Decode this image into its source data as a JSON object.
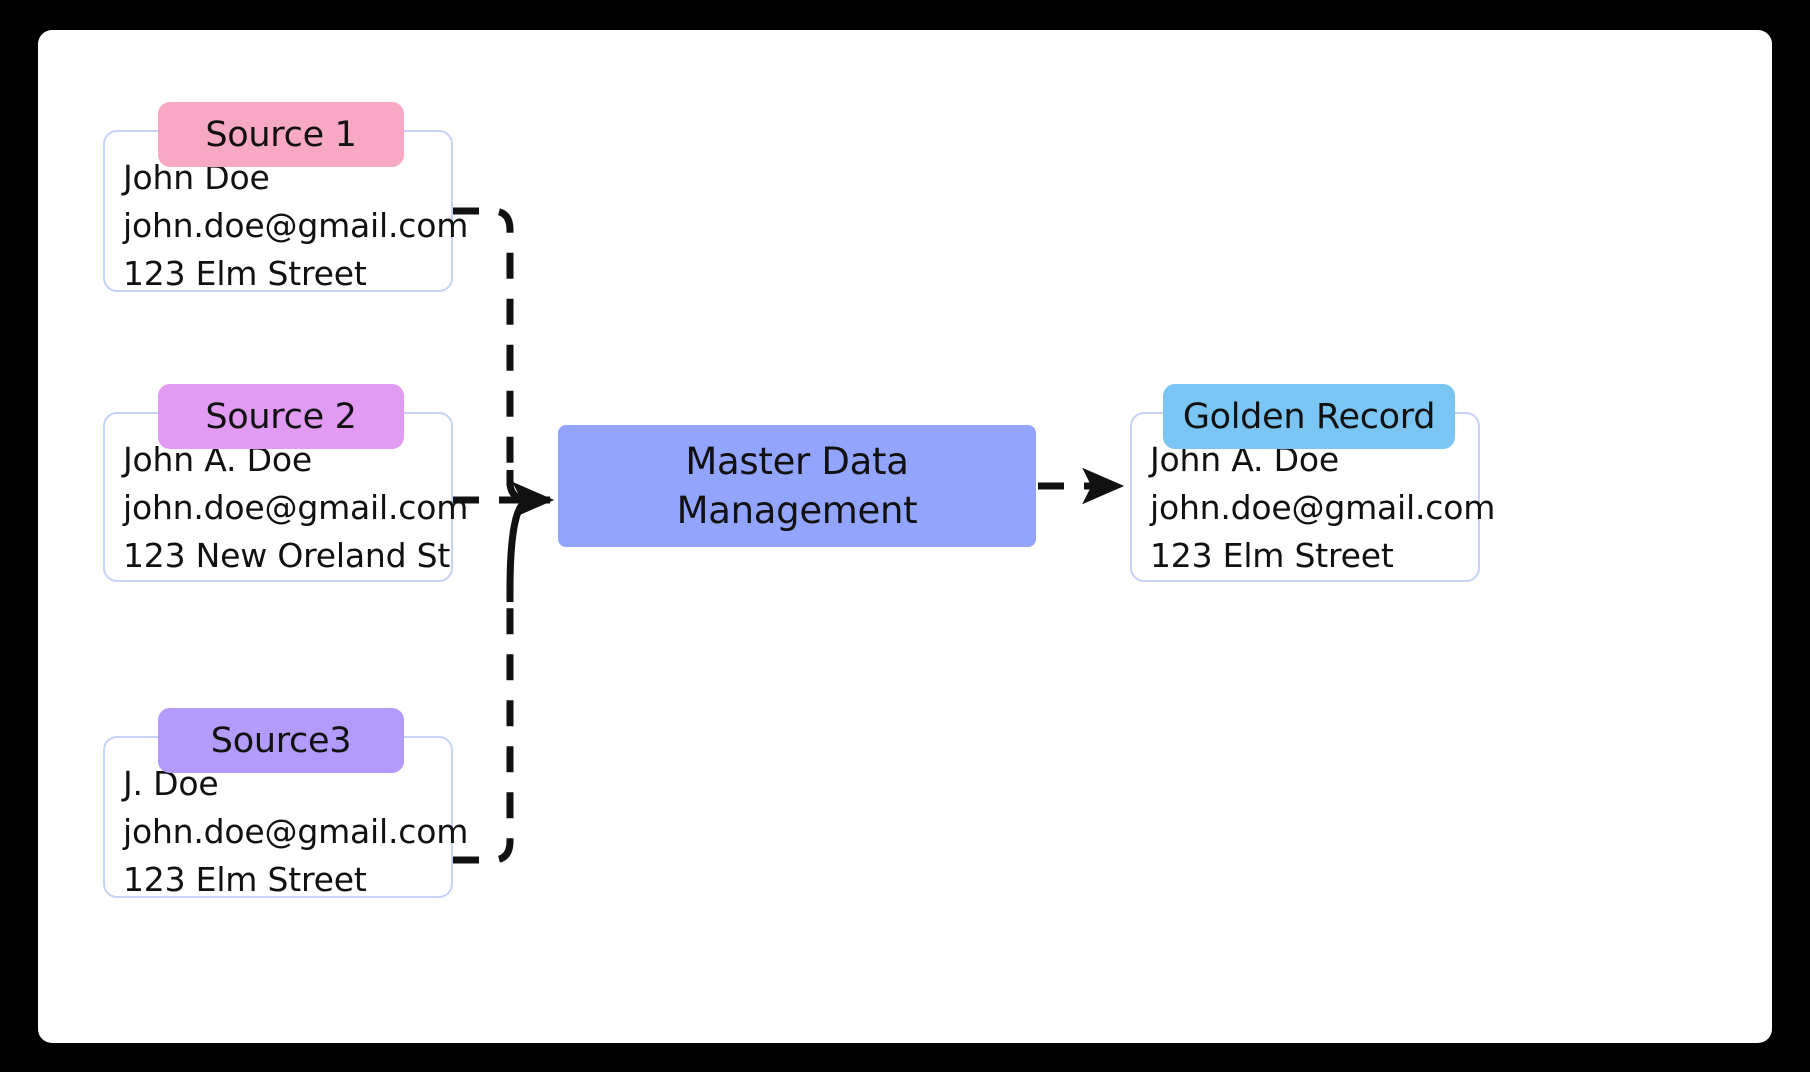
{
  "diagram": {
    "title": "Master Data Management golden record flow",
    "background": "#000000",
    "canvas_color": "#ffffff",
    "colors": {
      "source_1_chip": "#F7A8C4",
      "source_2_chip": "#E29BF2",
      "source_3_chip": "#B29BFA",
      "golden_chip": "#7BC5F5",
      "process_box": "#93A4FD",
      "card_border": "#c6d2f7",
      "connector": "#111111"
    }
  },
  "sources": [
    {
      "chip_label": "Source 1",
      "chip_color": "#F7A8C4",
      "fields": {
        "name": "John Doe",
        "email": "john.doe@gmail.com",
        "address": "123 Elm Street"
      }
    },
    {
      "chip_label": "Source 2",
      "chip_color": "#E29BF2",
      "fields": {
        "name": "John A. Doe",
        "email": "john.doe@gmail.com",
        "address": "123 New Oreland St"
      }
    },
    {
      "chip_label": "Source3",
      "chip_color": "#B29BFA",
      "fields": {
        "name": "J. Doe",
        "email": "john.doe@gmail.com",
        "address": "123 Elm Street"
      }
    }
  ],
  "process": {
    "line1": "Master Data",
    "line2": "Management",
    "color": "#93A4FD"
  },
  "output": {
    "chip_label": "Golden Record",
    "chip_color": "#7BC5F5",
    "fields": {
      "name": "John A. Doe",
      "email": "john.doe@gmail.com",
      "address": "123 Elm Street"
    }
  },
  "connectors": [
    {
      "from": "Source 1",
      "to": "Master Data Management",
      "style": "dashed",
      "arrow": true
    },
    {
      "from": "Source 2",
      "to": "Master Data Management",
      "style": "dashed",
      "arrow": true
    },
    {
      "from": "Source3",
      "to": "Master Data Management",
      "style": "dashed",
      "arrow": true
    },
    {
      "from": "Master Data Management",
      "to": "Golden Record",
      "style": "dashed",
      "arrow": true
    }
  ]
}
